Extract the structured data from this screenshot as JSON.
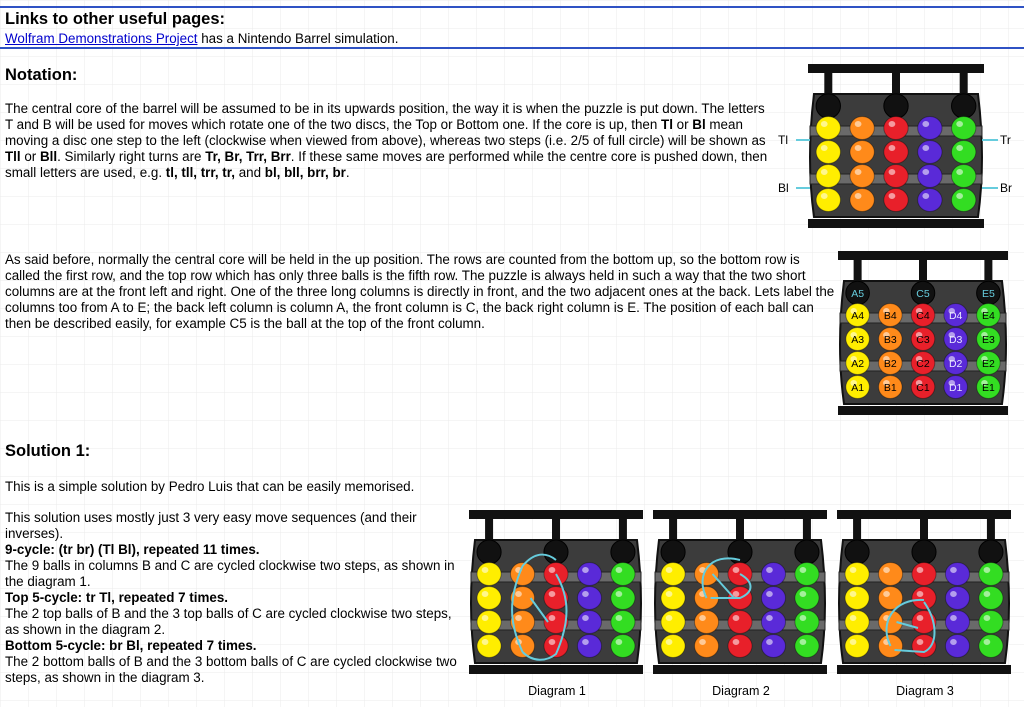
{
  "links": {
    "heading": "Links to other useful pages:",
    "link_text": "Wolfram Demonstrations Project",
    "link_suffix": " has a Nintendo Barrel simulation."
  },
  "notation": {
    "heading": "Notation:",
    "p1": [
      {
        "t": "The central core of the barrel will be assumed to be in its upwards position, the way it is when the puzzle is put down. The letters T and B will be used for moves which rotate one of the two discs, the Top or Bottom one. If the core is up, then "
      },
      {
        "t": "Tl",
        "b": true
      },
      {
        "t": " or "
      },
      {
        "t": "Bl",
        "b": true
      },
      {
        "t": " mean moving a disc one step to the left (clockwise when viewed from above), whereas two steps (i.e. 2/5 of full circle) will be shown as "
      },
      {
        "t": "Tll",
        "b": true
      },
      {
        "t": " or "
      },
      {
        "t": "Bll",
        "b": true
      },
      {
        "t": ". Similarly right turns are "
      },
      {
        "t": "Tr, Br, Trr, Brr",
        "b": true
      },
      {
        "t": ". If these same moves are performed while the centre core is pushed down, then small letters are used, e.g. "
      },
      {
        "t": "tl, tll, trr, tr,",
        "b": true
      },
      {
        "t": " and "
      },
      {
        "t": "bl, bll, brr, br",
        "b": true
      },
      {
        "t": "."
      }
    ],
    "p2": "As said before, normally the central core will be held in the up position. The rows are counted from the bottom up, so the bottom row is called the first row, and the top row which has only three balls is the fifth row. The puzzle is always held in such a way that the two short columns are at the front left and right. One of the three long columns is directly in front, and the two adjacent ones at the back. Lets label the columns too from A to E; the back left column is column A, the front column is C, the back right column is E. The position of each ball can then be described easily, for example C5 is the ball at the top of the front column.",
    "fig1_labels": {
      "tl": "Tl",
      "bl": "Bl",
      "tr": "Tr",
      "br": "Br"
    },
    "fig2_labels": {
      "top": [
        "A5",
        "C5",
        "E5"
      ],
      "A": [
        "A1",
        "A2",
        "A3",
        "A4"
      ],
      "B": [
        "B1",
        "B2",
        "B3",
        "B4"
      ],
      "C": [
        "C1",
        "C2",
        "C3",
        "C4"
      ],
      "D": [
        "D1",
        "D2",
        "D3",
        "D4"
      ],
      "E": [
        "E1",
        "E2",
        "E3",
        "E4"
      ]
    }
  },
  "solution1": {
    "heading": "Solution 1:",
    "intro": "This is a simple solution by Pedro Luis that can be easily memorised.",
    "p_a": "This solution uses mostly just 3 very easy move sequences (and their inverses).",
    "cycle9_title": "9-cycle: (tr br) (Tl Bl), repeated 11 times.",
    "cycle9_text": "The 9 balls in columns B and C are cycled clockwise two steps, as shown in the diagram 1.",
    "top5_title": "Top 5-cycle: tr Tl, repeated 7 times.",
    "top5_text": "The 2 top balls of B and the 3 top balls of C are cycled clockwise two steps, as shown in the diagram 2.",
    "bottom5_title": "Bottom 5-cycle: br Bl, repeated 7 times.",
    "bottom5_text": "The 2 bottom balls of B and the 3 bottom balls of C are cycled clockwise two steps, as shown in the diagram 3.",
    "captions": [
      "Diagram 1",
      "Diagram 2",
      "Diagram 3"
    ]
  },
  "colors": {
    "rule": "#2f52c4",
    "ball_yellow": "#ffee00",
    "ball_orange": "#ff8a1a",
    "ball_red": "#e8202a",
    "ball_purple": "#5a2ad8",
    "ball_green": "#33dd22",
    "arrow_cyan": "#66ccdd"
  }
}
